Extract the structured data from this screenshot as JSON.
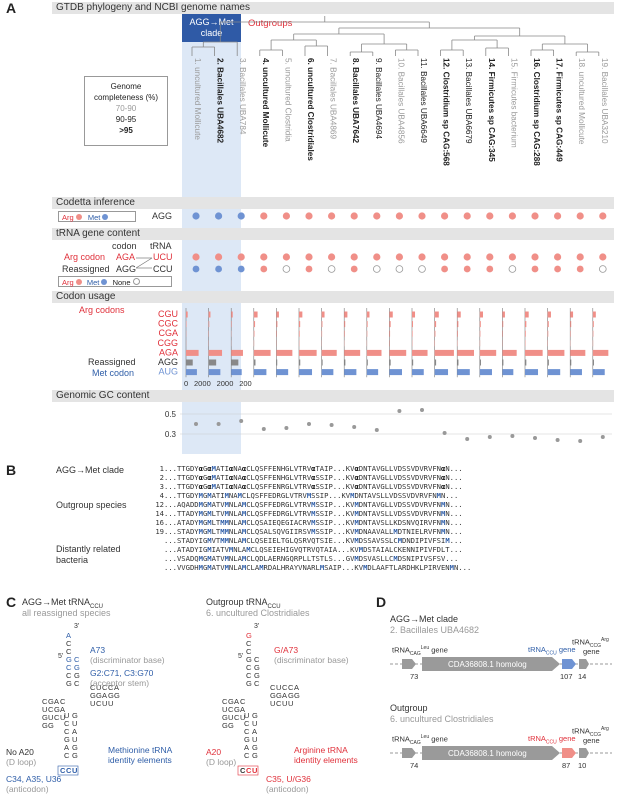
{
  "panels": {
    "a": "A",
    "b": "B",
    "c": "C",
    "d": "D"
  },
  "header": {
    "gtdb_title": "GTDB phylogeny and NCBI genome names",
    "clade_label_line1": "AGG→Met",
    "clade_label_line2": "clade",
    "outgroups": "Outgroups"
  },
  "legend": {
    "title_line1": "Genome",
    "title_line2": "completeness (%)",
    "row1": "70-90",
    "row2": "90-95",
    "row3": ">95"
  },
  "species": [
    {
      "n": "1.",
      "name": "uncultured Mollicute",
      "comp": "low"
    },
    {
      "n": "2.",
      "name": "Bacillales UBA4682",
      "comp": "high"
    },
    {
      "n": "3.",
      "name": "Bacillales UBA784",
      "comp": "low"
    },
    {
      "n": "4.",
      "name": "uncultured Mollicute",
      "comp": "high"
    },
    {
      "n": "5.",
      "name": "uncultured Clostridia",
      "comp": "low"
    },
    {
      "n": "6.",
      "name": "uncultured Clostridiales",
      "comp": "high"
    },
    {
      "n": "7.",
      "name": "Bacillales UBA4869",
      "comp": "low"
    },
    {
      "n": "8.",
      "name": "Bacillales UBA7642",
      "comp": "high"
    },
    {
      "n": "9.",
      "name": "Bacillales UBA4694",
      "comp": "mid"
    },
    {
      "n": "10.",
      "name": "Bacillales UBA4856",
      "comp": "low"
    },
    {
      "n": "11.",
      "name": "Bacillales UBA6649",
      "comp": "mid"
    },
    {
      "n": "12.",
      "name": "Clostridium sp CAG:568",
      "comp": "high"
    },
    {
      "n": "13.",
      "name": "Bacillales UBA6679",
      "comp": "mid"
    },
    {
      "n": "14.",
      "name": "Firmicutes sp CAG:345",
      "comp": "high"
    },
    {
      "n": "15.",
      "name": "Firmicutes bacterium",
      "comp": "low"
    },
    {
      "n": "16.",
      "name": "Clostridium sp CAG:288",
      "comp": "high"
    },
    {
      "n": "17.",
      "name": "Firmicutes sp CAG:449",
      "comp": "high"
    },
    {
      "n": "18.",
      "name": "uncultured Mollicute",
      "comp": "low"
    },
    {
      "n": "19.",
      "name": "Bacillales UBA3210",
      "comp": "low"
    }
  ],
  "codetta": {
    "title": "Codetta inference",
    "arg": "Arg",
    "met": "Met",
    "codon": "AGG",
    "calls": [
      "met",
      "met",
      "met",
      "arg",
      "arg",
      "arg",
      "arg",
      "arg",
      "arg",
      "arg",
      "arg",
      "arg",
      "arg",
      "arg",
      "arg",
      "arg",
      "arg",
      "arg",
      "arg"
    ]
  },
  "trna": {
    "title": "tRNA gene content",
    "codon_hdr": "codon",
    "trna_hdr": "tRNA",
    "arg_codon": "Arg codon",
    "aga": "AGA",
    "ucu": "UCU",
    "reassigned": "Reassigned",
    "agg": "AGG",
    "ccu": "CCU",
    "legend_arg": "Arg",
    "legend_met": "Met",
    "legend_none": "None",
    "ucu_row": [
      "arg",
      "arg",
      "arg",
      "arg",
      "arg",
      "arg",
      "arg",
      "arg",
      "arg",
      "arg",
      "arg",
      "arg",
      "arg",
      "arg",
      "arg",
      "arg",
      "arg",
      "arg",
      "arg"
    ],
    "ccu_row": [
      "met",
      "met",
      "met",
      "arg",
      "none",
      "arg",
      "none",
      "arg",
      "none",
      "none",
      "none",
      "arg",
      "arg",
      "arg",
      "none",
      "arg",
      "arg",
      "arg",
      "none"
    ]
  },
  "usage": {
    "title": "Codon usage",
    "arg_codons": "Arg codons",
    "reassigned": "Reassigned",
    "met_codon": "Met codon",
    "codons": [
      "CGU",
      "CGC",
      "CGA",
      "CGG",
      "AGA",
      "AGG",
      "AUG"
    ],
    "ticks": [
      "0",
      "200"
    ],
    "values": [
      [
        20,
        6,
        3,
        2,
        150,
        80,
        130
      ],
      [
        22,
        8,
        4,
        3,
        160,
        90,
        140
      ],
      [
        18,
        6,
        3,
        2,
        140,
        85,
        125
      ],
      [
        45,
        15,
        8,
        4,
        200,
        20,
        150
      ],
      [
        30,
        12,
        6,
        3,
        190,
        10,
        140
      ],
      [
        40,
        14,
        8,
        4,
        210,
        15,
        155
      ],
      [
        35,
        10,
        6,
        3,
        180,
        12,
        140
      ],
      [
        38,
        12,
        7,
        3,
        190,
        14,
        145
      ],
      [
        32,
        10,
        6,
        3,
        175,
        12,
        135
      ],
      [
        40,
        15,
        8,
        5,
        200,
        15,
        150
      ],
      [
        36,
        12,
        7,
        4,
        185,
        14,
        140
      ],
      [
        50,
        18,
        10,
        5,
        230,
        18,
        160
      ],
      [
        42,
        14,
        8,
        4,
        200,
        15,
        150
      ],
      [
        38,
        12,
        7,
        4,
        195,
        14,
        145
      ],
      [
        30,
        10,
        6,
        3,
        170,
        12,
        130
      ],
      [
        44,
        16,
        9,
        5,
        210,
        16,
        155
      ],
      [
        40,
        14,
        8,
        4,
        200,
        15,
        150
      ],
      [
        34,
        12,
        6,
        3,
        180,
        13,
        140
      ],
      [
        36,
        12,
        7,
        4,
        185,
        14,
        142
      ]
    ]
  },
  "gc": {
    "title": "Genomic GC content",
    "ticks": [
      "0.5",
      "0.3"
    ],
    "values": [
      0.4,
      0.4,
      0.43,
      0.35,
      0.36,
      0.4,
      0.39,
      0.37,
      0.34,
      0.53,
      0.54,
      0.31,
      0.25,
      0.27,
      0.28,
      0.26,
      0.24,
      0.23,
      0.27
    ]
  },
  "alignment": {
    "groups": [
      "AGG→Met clade",
      "Outgroup species",
      "Distantly related",
      "bacteria"
    ],
    "rows": [
      {
        "n": "1",
        "seq": "...TTGDYαGαMATIαNAαCLQSFFENHGLVTRVαTAIP...KVαDNTAVGLLVDSSVDVRVFNαN..."
      },
      {
        "n": "2",
        "seq": "...TTGDYαGαMATIαNAαCLQSFFENHGLVTRVαSSIP...KVαDNTAVGLLVDSSVDVRVFNαN..."
      },
      {
        "n": "3",
        "seq": "...TTGDYαGαMATIαNAαCLQSFFENRGLVTRVαSSIP...KVαDNTAVGLLVDSSVDVRVFNαN..."
      },
      {
        "n": "4",
        "seq": "...TTGDYMGMATIMNAMCLQSFFEDRGLVTRVMSSIP...KVMDNTAVSLLVDSSVDVRVFNMN..."
      },
      {
        "n": "12",
        "seq": "...AQADDMGMATVMNLAMCLQSFFEDRGLVTRVMSSIP...KVMDNTAVGLLVDSSVDVRVFNMN..."
      },
      {
        "n": "14",
        "seq": "...TTADYMGMLTVMNLAMCLQSFFEDRGLVTRVMSSIP...KVMDNTAVSLLVDSSVDVRVFNMN..."
      },
      {
        "n": "16",
        "seq": "...ATADYMGMLTMMNLAMCLQSAIEQEGIACRVMSSIP...KVMDNTAVSLLKDSNVQIRVFNMN..."
      },
      {
        "n": "19",
        "seq": "...STADYMGMLTMMNLAMCLQSALSQVGIIRSVMSSIP...KVMDNAAVALLMDTNIELRVFNMN..."
      },
      {
        "n": "",
        "seq": "...STADYIGMVTMMNLAMCLQSEIELTGLQSRVQTSIE...KVMDSSAVSSLCMDNDIPIVFSIM..."
      },
      {
        "n": "",
        "seq": "...ATADYIGMIATVMNLAMCLQSEIEHIGVQTRVQTAIA...KVMDSTAIALCKENNIPIVFDLT..."
      },
      {
        "n": "",
        "seq": "...VSADQMGMATVMNLAMCLQDLAERNGQRPLLTSTLS...GVMDSVASLLCMDSNIPIVSFSV..."
      },
      {
        "n": "",
        "seq": "...VVGDHMGMATVMNLAMCLAMRDALHRAYVNARLMSAIP...KVMDLAAFTLARDHKLPIRVENMN..."
      }
    ]
  },
  "panel_c": {
    "left_title": "AGG→Met tRNA",
    "left_sub": "CCU",
    "left_species": "all reassigned species",
    "right_title": "Outgroup tRNA",
    "right_sub": "CCU",
    "right_species": "6. uncultured Clostridiales",
    "left_a73": "A73",
    "left_a73_note": "(discriminator base)",
    "left_g2": "G2:C71, C3:G70",
    "left_g2_note": "(acceptor stem)",
    "no_a20": "No A20",
    "d_loop": "(D loop)",
    "met_identity_line1": "Methionine tRNA",
    "met_identity_line2": "identity elements",
    "left_anticodon": "C34, A35, U36",
    "anticodon_note": "(anticodon)",
    "right_g73": "G/A73",
    "right_g73_note": "(discriminator base)",
    "right_a20": "A20",
    "right_d_loop": "(D loop)",
    "arg_identity_line1": "Arginine tRNA",
    "arg_identity_line2": "identity elements",
    "right_anticodon": "C35, U/G36",
    "three_prime": "3'",
    "five_prime": "5'"
  },
  "panel_d": {
    "clade_title": "AGG→Met clade",
    "clade_species": "2. Bacillales UBA4682",
    "out_title": "Outgroup",
    "out_species": "6. uncultured Clostridiales",
    "trna_cag": "tRNA",
    "cag_sub": "CAG",
    "cag_sup": "Leu",
    "gene": "gene",
    "homolog": "CDA36808.1 homolog",
    "trna_ccu": "tRNA",
    "ccu_sub": "CCU",
    "ccg_sub": "CCG",
    "arg_sup": "Arg",
    "clade_nums": [
      "73",
      "107",
      "14"
    ],
    "out_nums": [
      "74",
      "87",
      "10"
    ]
  },
  "colors": {
    "arg": "#f08f88",
    "met": "#6f93d3",
    "blue": "#2f5ea8",
    "red": "#e0313b",
    "grey": "#9a9a9a",
    "clade_bg": "#dde8f6",
    "clade_box": "#2f5aa6"
  }
}
